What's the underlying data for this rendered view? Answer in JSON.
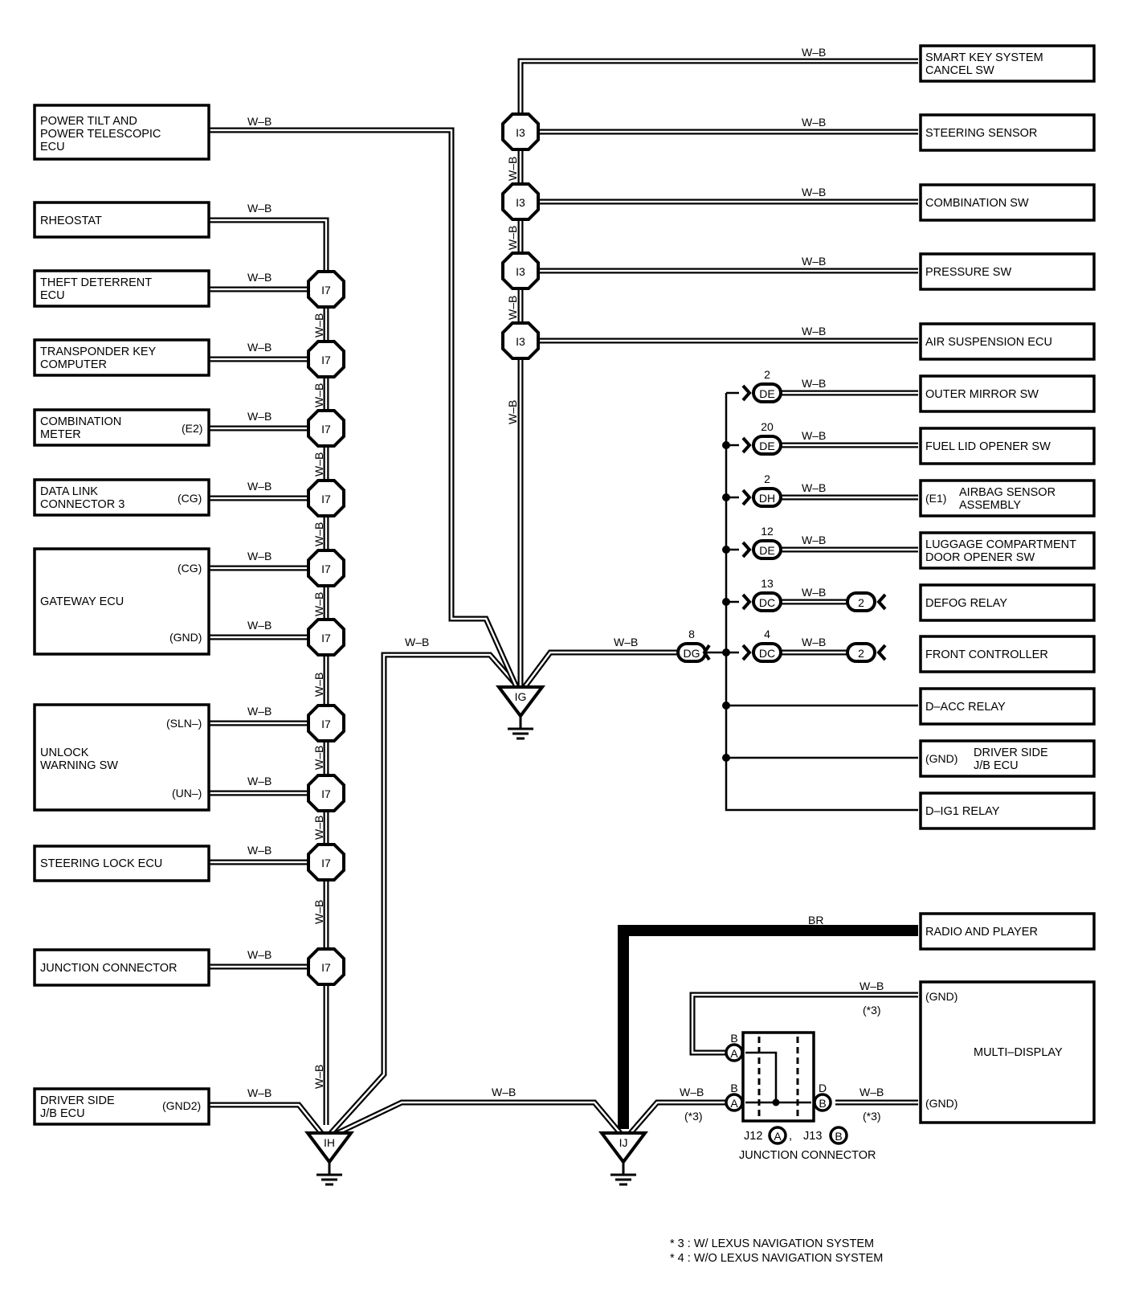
{
  "components_left": [
    {
      "id": "power-tilt-ecu",
      "lines": [
        "POWER TILT AND",
        "POWER TELESCOPIC",
        "ECU"
      ],
      "pins": []
    },
    {
      "id": "rheostat",
      "lines": [
        "RHEOSTAT"
      ],
      "pins": []
    },
    {
      "id": "theft-deterrent-ecu",
      "lines": [
        "THEFT DETERRENT",
        "ECU"
      ],
      "pins": []
    },
    {
      "id": "transponder-key-computer",
      "lines": [
        "TRANSPONDER KEY",
        "COMPUTER"
      ],
      "pins": []
    },
    {
      "id": "combination-meter",
      "lines": [
        "COMBINATION",
        "METER"
      ],
      "pins": [
        "(E2)"
      ]
    },
    {
      "id": "data-link-connector-3",
      "lines": [
        "DATA LINK",
        "CONNECTOR 3"
      ],
      "pins": [
        "(CG)"
      ]
    },
    {
      "id": "gateway-ecu",
      "lines": [
        "GATEWAY ECU"
      ],
      "pins": [
        "(CG)",
        "(GND)"
      ]
    },
    {
      "id": "unlock-warning-sw",
      "lines": [
        "UNLOCK",
        "WARNING SW"
      ],
      "pins": [
        "(SLN–)",
        "(UN–)"
      ]
    },
    {
      "id": "steering-lock-ecu",
      "lines": [
        "STEERING LOCK ECU"
      ],
      "pins": []
    },
    {
      "id": "junction-connector-left",
      "lines": [
        "JUNCTION CONNECTOR"
      ],
      "pins": []
    },
    {
      "id": "driver-side-jb-ecu-left",
      "lines": [
        "DRIVER SIDE",
        "J/B ECU"
      ],
      "pins": [
        "(GND2)"
      ]
    }
  ],
  "components_right": [
    {
      "id": "smart-key-system-cancel-sw",
      "lines": [
        "SMART KEY SYSTEM",
        "CANCEL SW"
      ],
      "pin": ""
    },
    {
      "id": "steering-sensor",
      "lines": [
        "STEERING SENSOR"
      ],
      "pin": ""
    },
    {
      "id": "combination-sw",
      "lines": [
        "COMBINATION SW"
      ],
      "pin": ""
    },
    {
      "id": "pressure-sw",
      "lines": [
        "PRESSURE SW"
      ],
      "pin": ""
    },
    {
      "id": "air-suspension-ecu",
      "lines": [
        "AIR SUSPENSION ECU"
      ],
      "pin": ""
    },
    {
      "id": "outer-mirror-sw",
      "lines": [
        "OUTER MIRROR SW"
      ],
      "pin": ""
    },
    {
      "id": "fuel-lid-opener-sw",
      "lines": [
        "FUEL LID OPENER SW"
      ],
      "pin": ""
    },
    {
      "id": "airbag-sensor-assembly",
      "lines": [
        "AIRBAG SENSOR",
        "ASSEMBLY"
      ],
      "pin": "(E1)"
    },
    {
      "id": "luggage-compartment-door-opener-sw",
      "lines": [
        "LUGGAGE COMPARTMENT",
        "DOOR OPENER SW"
      ],
      "pin": ""
    },
    {
      "id": "defog-relay",
      "lines": [
        "DEFOG RELAY"
      ],
      "pin": ""
    },
    {
      "id": "front-controller",
      "lines": [
        "FRONT CONTROLLER"
      ],
      "pin": ""
    },
    {
      "id": "d-acc-relay",
      "lines": [
        "D–ACC RELAY"
      ],
      "pin": ""
    },
    {
      "id": "driver-side-jb-ecu-right",
      "lines": [
        "DRIVER SIDE",
        "J/B ECU"
      ],
      "pin": "(GND)"
    },
    {
      "id": "d-ig1-relay",
      "lines": [
        "D–IG1 RELAY"
      ],
      "pin": ""
    },
    {
      "id": "radio-and-player",
      "lines": [
        "RADIO AND PLAYER"
      ],
      "pin": ""
    },
    {
      "id": "multi-display",
      "lines": [
        "MULTI–DISPLAY"
      ],
      "pins": [
        "(GND)",
        "(GND)"
      ]
    }
  ],
  "wire_color": "W–B",
  "wire_color_br": "BR",
  "connector_i7": "I7",
  "connector_i3": "I3",
  "ground_ig": "IG",
  "ground_ih": "IH",
  "ground_ij": "IJ",
  "connector_dg": {
    "label": "DG",
    "pin": "8"
  },
  "connectors_d": [
    {
      "label": "DE",
      "pin": "2"
    },
    {
      "label": "DE",
      "pin": "20"
    },
    {
      "label": "DH",
      "pin": "2"
    },
    {
      "label": "DE",
      "pin": "12"
    },
    {
      "label": "DC",
      "pin": "13"
    },
    {
      "label": "DC",
      "pin": "4"
    }
  ],
  "connector_2": "2",
  "note_marker": "(*3)",
  "junction": {
    "pin_a": "A",
    "pin_b": "B",
    "pin_d": "D",
    "j12": "J12",
    "j13": "J13",
    "label": "JUNCTION CONNECTOR",
    "sep": ","
  },
  "notes": [
    "* 3 : W/ LEXUS NAVIGATION SYSTEM",
    "* 4 : W/O LEXUS NAVIGATION SYSTEM"
  ]
}
